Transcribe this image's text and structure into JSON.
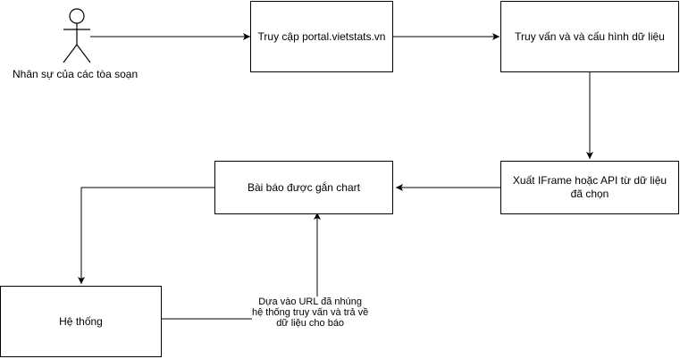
{
  "actor": {
    "label": "Nhân sự của các tòa soạn"
  },
  "nodes": {
    "access_portal": "Truy cập portal.vietstats.vn",
    "query_config": "Truy vấn và và cấu hình dữ liệu",
    "export_iframe": "Xuất IFrame hoặc API từ dữ liệu đã chọn",
    "article": "Bài báo được gắn chart",
    "system": "Hệ thống"
  },
  "edge_labels": {
    "system_to_article": [
      "Dựa vào URL đã nhúng",
      "hệ thống truy vấn và trả về",
      "dữ liệu cho báo"
    ]
  },
  "colors": {
    "stroke": "#000000",
    "fill": "#ffffff"
  }
}
